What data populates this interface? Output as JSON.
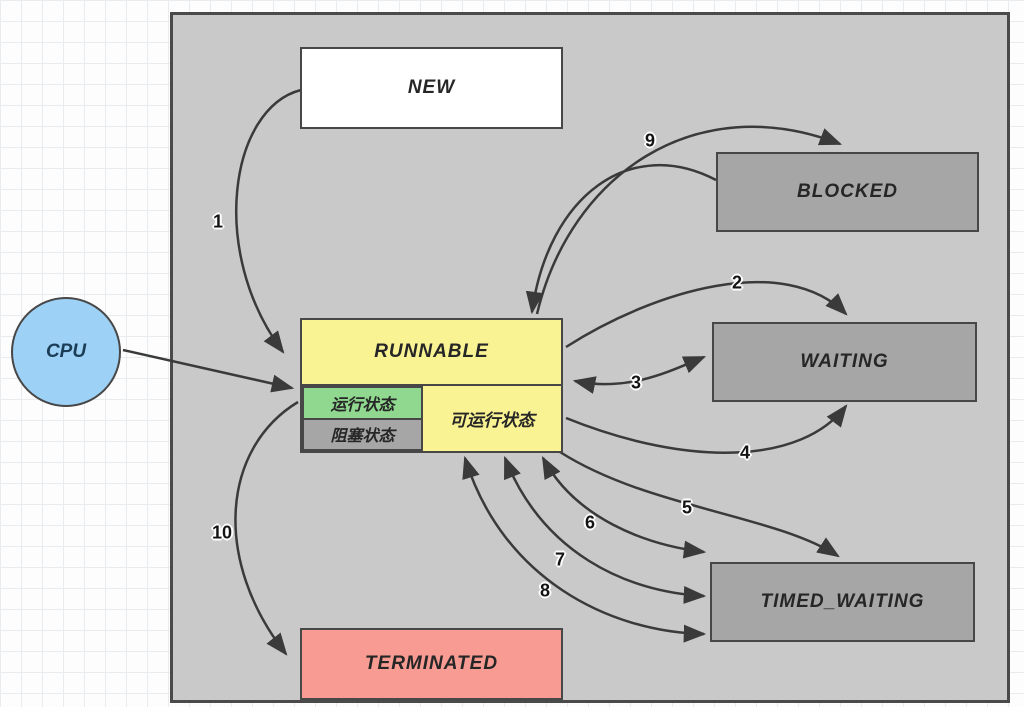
{
  "diagram": {
    "nodes": {
      "cpu": {
        "label": "CPU",
        "color": "#9ed1f6"
      },
      "new": {
        "label": "NEW",
        "color": "#ffffff"
      },
      "blocked": {
        "label": "BLOCKED",
        "color": "#a6a6a6"
      },
      "runnable": {
        "label": "RUNNABLE",
        "color": "#faf394",
        "sub_states": {
          "running": {
            "label": "运行状态",
            "color": "#90d890"
          },
          "blocked": {
            "label": "阻塞状态",
            "color": "#a6a6a6"
          },
          "ready": {
            "label": "可运行状态",
            "color": "#faf394"
          }
        }
      },
      "waiting": {
        "label": "WAITING",
        "color": "#a6a6a6"
      },
      "timed_waiting": {
        "label": "TIMED_WAITING",
        "color": "#a6a6a6"
      },
      "terminated": {
        "label": "TERMINATED",
        "color": "#f79b93"
      }
    },
    "edges": [
      {
        "label": "1",
        "from": "NEW",
        "to": "RUNNABLE"
      },
      {
        "label": "2",
        "from": "RUNNABLE",
        "to": "WAITING"
      },
      {
        "label": "3",
        "from": "WAITING",
        "to": "RUNNABLE",
        "bidirectional": true
      },
      {
        "label": "4",
        "from": "RUNNABLE",
        "to": "WAITING"
      },
      {
        "label": "5",
        "from": "RUNNABLE",
        "to": "TIMED_WAITING"
      },
      {
        "label": "6",
        "from": "TIMED_WAITING",
        "to": "RUNNABLE",
        "bidirectional": true
      },
      {
        "label": "7",
        "from": "TIMED_WAITING",
        "to": "RUNNABLE",
        "bidirectional": true
      },
      {
        "label": "8",
        "from": "TIMED_WAITING",
        "to": "RUNNABLE",
        "bidirectional": true
      },
      {
        "label": "9",
        "from": "RUNNABLE",
        "to": "BLOCKED",
        "bidirectional": true
      },
      {
        "label": "10",
        "from": "RUNNABLE",
        "to": "TERMINATED"
      },
      {
        "label": "",
        "from": "CPU",
        "to": "RUNNABLE"
      }
    ],
    "panel_color": "#c9c9c9",
    "edge_color": "#3a3a3a"
  }
}
